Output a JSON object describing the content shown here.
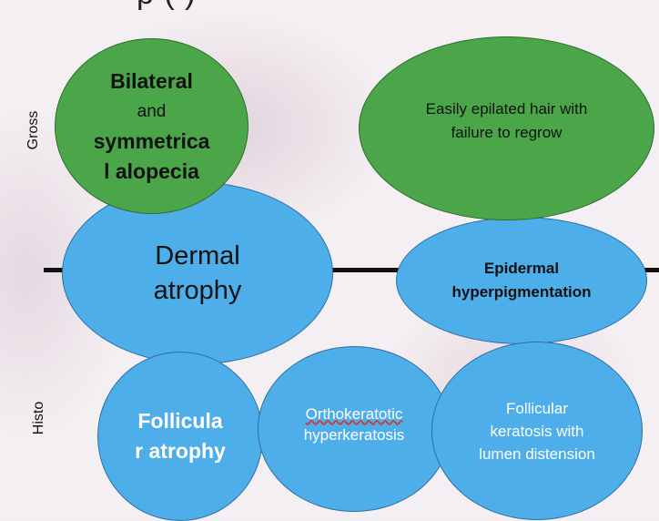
{
  "title_fragment": "p        (    )",
  "side_labels": {
    "top": "Gross",
    "bottom": "Histo"
  },
  "colors": {
    "blue": "#4eaee9",
    "green": "#4aa648",
    "axis": "#111111"
  },
  "gross": {
    "bilateral": [
      "Bilateral",
      "and",
      "symmetrica",
      "l alopecia"
    ],
    "epilated": [
      "Easily epilated hair with",
      "failure to regrow"
    ]
  },
  "middle": {
    "dermal": [
      "Dermal",
      "atrophy"
    ],
    "epidermal": [
      "Epidermal",
      "hyperpigmentation"
    ]
  },
  "histo": {
    "follicular_atrophy": [
      "Follicula",
      "r atrophy"
    ],
    "orthokeratotic": [
      "Orthokeratotic",
      "hyperkeratosis"
    ],
    "follicular_keratosis": [
      "Follicular",
      "keratosis with",
      "lumen distension"
    ]
  }
}
